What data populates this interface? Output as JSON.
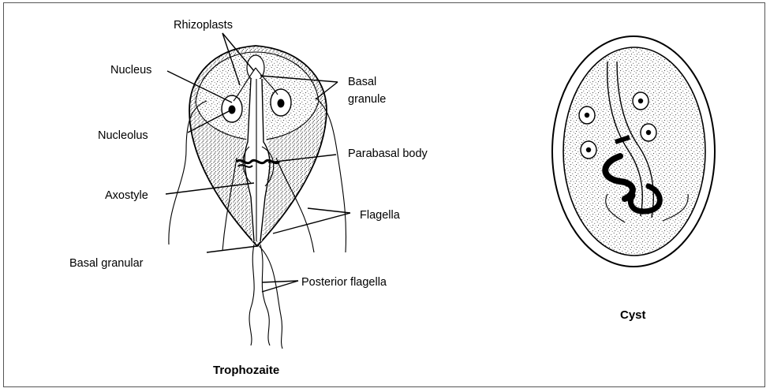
{
  "diagram": {
    "trophozoite": {
      "caption": "Trophozaite",
      "labels": {
        "rhizoplasts": "Rhizoplasts",
        "nucleus": "Nucleus",
        "nucleolus": "Nucleolus",
        "axostyle": "Axostyle",
        "basal_granular": "Basal granular",
        "basal_granule_line1": "Basal",
        "basal_granule_line2": "granule",
        "parabasal_body": "Parabasal body",
        "flagella": "Flagella",
        "posterior_flagella": "Posterior flagella"
      }
    },
    "cyst": {
      "caption": "Cyst"
    }
  }
}
